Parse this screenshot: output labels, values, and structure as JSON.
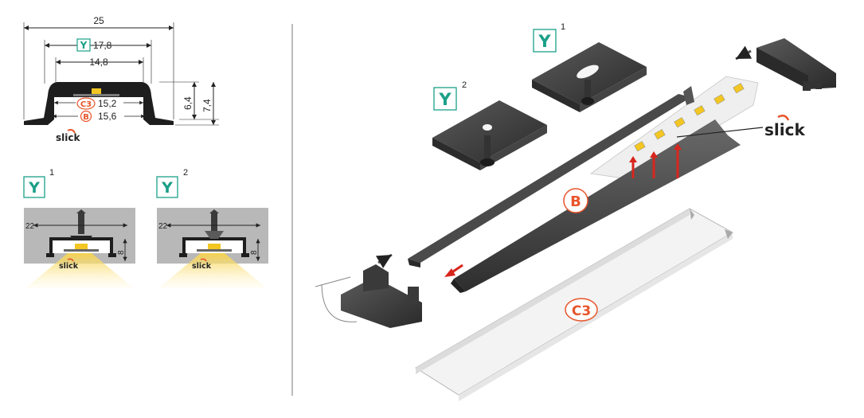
{
  "colors": {
    "accent_green": "#1aa088",
    "accent_orange": "#e8552b",
    "profile_dark": "#3c3c3c",
    "diffuser_light": "#f2f2f2",
    "led_yellow": "#f3c623",
    "arrow_red": "#d8261d",
    "mount_grey": "#bdbdbd"
  },
  "cross_section": {
    "width_total": "25",
    "y_label": "Y",
    "y_width": "17,8",
    "inner_width": "14,8",
    "c3_label": "C3",
    "c3_width": "15,2",
    "b_label": "B",
    "b_width": "15,6",
    "height_inner": "6,4",
    "height_total": "7,4",
    "brand": "slick"
  },
  "mounting": {
    "y1": {
      "label": "Y",
      "sup": "1",
      "width": "22",
      "height": "8",
      "brand": "slick",
      "icon": "screw-flat-head-icon"
    },
    "y2": {
      "label": "Y",
      "sup": "2",
      "width": "22",
      "height": "8",
      "brand": "slick",
      "icon": "screw-countersunk-icon"
    }
  },
  "exploded": {
    "y1": {
      "label": "Y",
      "sup": "1"
    },
    "y2": {
      "label": "Y",
      "sup": "2"
    },
    "b_label": "B",
    "c3_label": "C3",
    "brand": "slick"
  }
}
